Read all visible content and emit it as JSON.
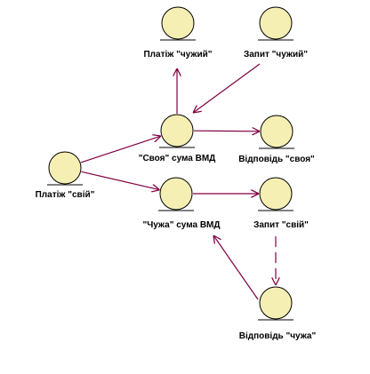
{
  "colors": {
    "node_fill": "#f5efb4",
    "node_stroke": "#000000",
    "edge": "#800040",
    "background": "#ffffff"
  },
  "nodes": {
    "platizh_chuzhyi": "Платіж \"чужий\"",
    "zapyt_chuzhyi": "Запит \"чужий\"",
    "svoia_suma": "\"Своя\" сума ВМД",
    "vidpovid_svoia": "Відповідь \"своя\"",
    "platizh_svii": "Платіж \"свій\"",
    "chuzha_suma": "\"Чужа\" сума ВМД",
    "zapyt_svii": "Запит \"свій\"",
    "vidpovid_chuzha": "Відповідь \"чужа\""
  },
  "edges": [
    {
      "from": "platizh_svii",
      "to": "svoia_suma",
      "style": "solid"
    },
    {
      "from": "platizh_svii",
      "to": "chuzha_suma",
      "style": "solid"
    },
    {
      "from": "svoia_suma",
      "to": "platizh_chuzhyi",
      "style": "solid"
    },
    {
      "from": "zapyt_chuzhyi",
      "to": "svoia_suma",
      "style": "solid"
    },
    {
      "from": "svoia_suma",
      "to": "vidpovid_svoia",
      "style": "solid"
    },
    {
      "from": "chuzha_suma",
      "to": "zapyt_svii",
      "style": "solid"
    },
    {
      "from": "zapyt_svii",
      "to": "vidpovid_chuzha",
      "style": "dashed"
    },
    {
      "from": "vidpovid_chuzha",
      "to": "chuzha_suma",
      "style": "solid"
    }
  ]
}
